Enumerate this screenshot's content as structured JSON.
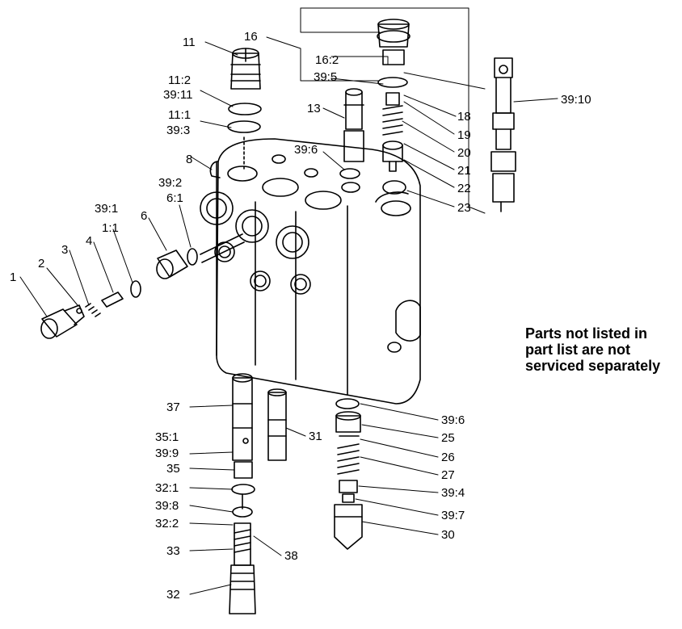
{
  "labels": {
    "l1": "1",
    "l2": "2",
    "l3": "3",
    "l4": "4",
    "l1_1": "1:1",
    "l39_1": "39:1",
    "l6": "6",
    "l6_1": "6:1",
    "l39_2": "39:2",
    "l8": "8",
    "l11": "11",
    "l11_2": "11:2",
    "l39_11": "39:11",
    "l11_1": "11:1",
    "l39_3": "39:3",
    "l16": "16",
    "l16_2": "16:2",
    "l39_5": "39:5",
    "l13": "13",
    "l39_6_top": "39:6",
    "l18": "18",
    "l19": "19",
    "l20": "20",
    "l21": "21",
    "l22": "22",
    "l23": "23",
    "l39_10": "39:10",
    "l37": "37",
    "l35_1": "35:1",
    "l39_9": "39:9",
    "l35": "35",
    "l32_1": "32:1",
    "l39_8": "39:8",
    "l32_2": "32:2",
    "l33": "33",
    "l38": "38",
    "l32": "32",
    "l31": "31",
    "l39_6_bot": "39:6",
    "l25": "25",
    "l26": "26",
    "l27": "27",
    "l39_4": "39:4",
    "l39_7": "39:7",
    "l30": "30"
  },
  "note": {
    "line1": "Parts not listed in",
    "line2": "part list are not",
    "line3": "serviced separately"
  }
}
